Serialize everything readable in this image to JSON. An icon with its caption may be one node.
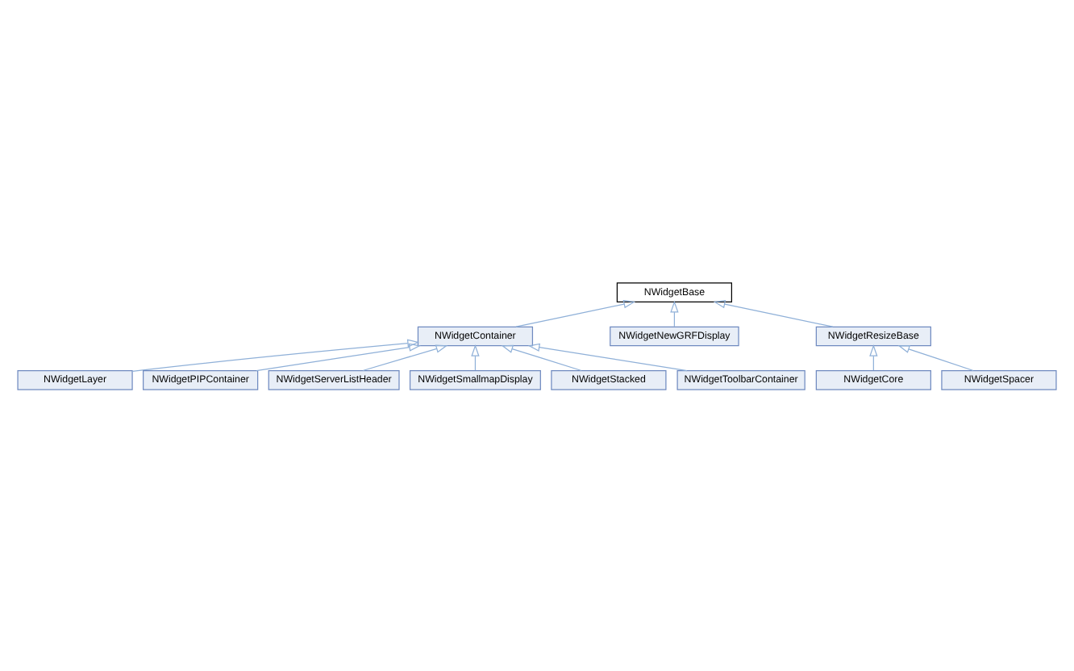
{
  "diagram": {
    "nodes": [
      {
        "text": [
          "NWidgetBase"
        ]
      },
      {
        "text": [
          "NWidgetContainer"
        ]
      },
      {
        "text": [
          "NWidgetNewGRFDisplay"
        ]
      },
      {
        "text": [
          "NWidgetResizeBase"
        ]
      },
      {
        "text": [
          "NWidgetLayer"
        ]
      },
      {
        "text": [
          "NWidgetCore"
        ]
      },
      {
        "text": [
          "NWidgetPIPContainer"
        ]
      },
      {
        "text": [
          "NWidgetSpacer"
        ]
      },
      {
        "text": [
          "NWidgetServerListHeader"
        ]
      },
      {
        "text": [
          "NWidgetSmallmapDisplay"
        ]
      },
      {
        "text": [
          "NWidgetStacked"
        ]
      },
      {
        "text": [
          "NWidgetToolbarContainer"
        ]
      }
    ],
    "edges": [
      {
        "from": 1,
        "to": 0,
        "arrow": "to"
      },
      {
        "from": 2,
        "to": 0,
        "arrow": "to"
      },
      {
        "from": 3,
        "to": 0,
        "arrow": "to"
      },
      {
        "from": 4,
        "to": 1,
        "arrow": "to"
      },
      {
        "from": 5,
        "to": 3,
        "arrow": "to"
      },
      {
        "from": 6,
        "to": 1,
        "arrow": "to"
      },
      {
        "from": 7,
        "to": 3,
        "arrow": "to"
      },
      {
        "from": 8,
        "to": 1,
        "arrow": "to"
      },
      {
        "from": 9,
        "to": 1,
        "arrow": "to"
      },
      {
        "from": 10,
        "to": 1,
        "arrow": "to"
      },
      {
        "from": 11,
        "to": 1,
        "arrow": "to"
      }
    ]
  }
}
